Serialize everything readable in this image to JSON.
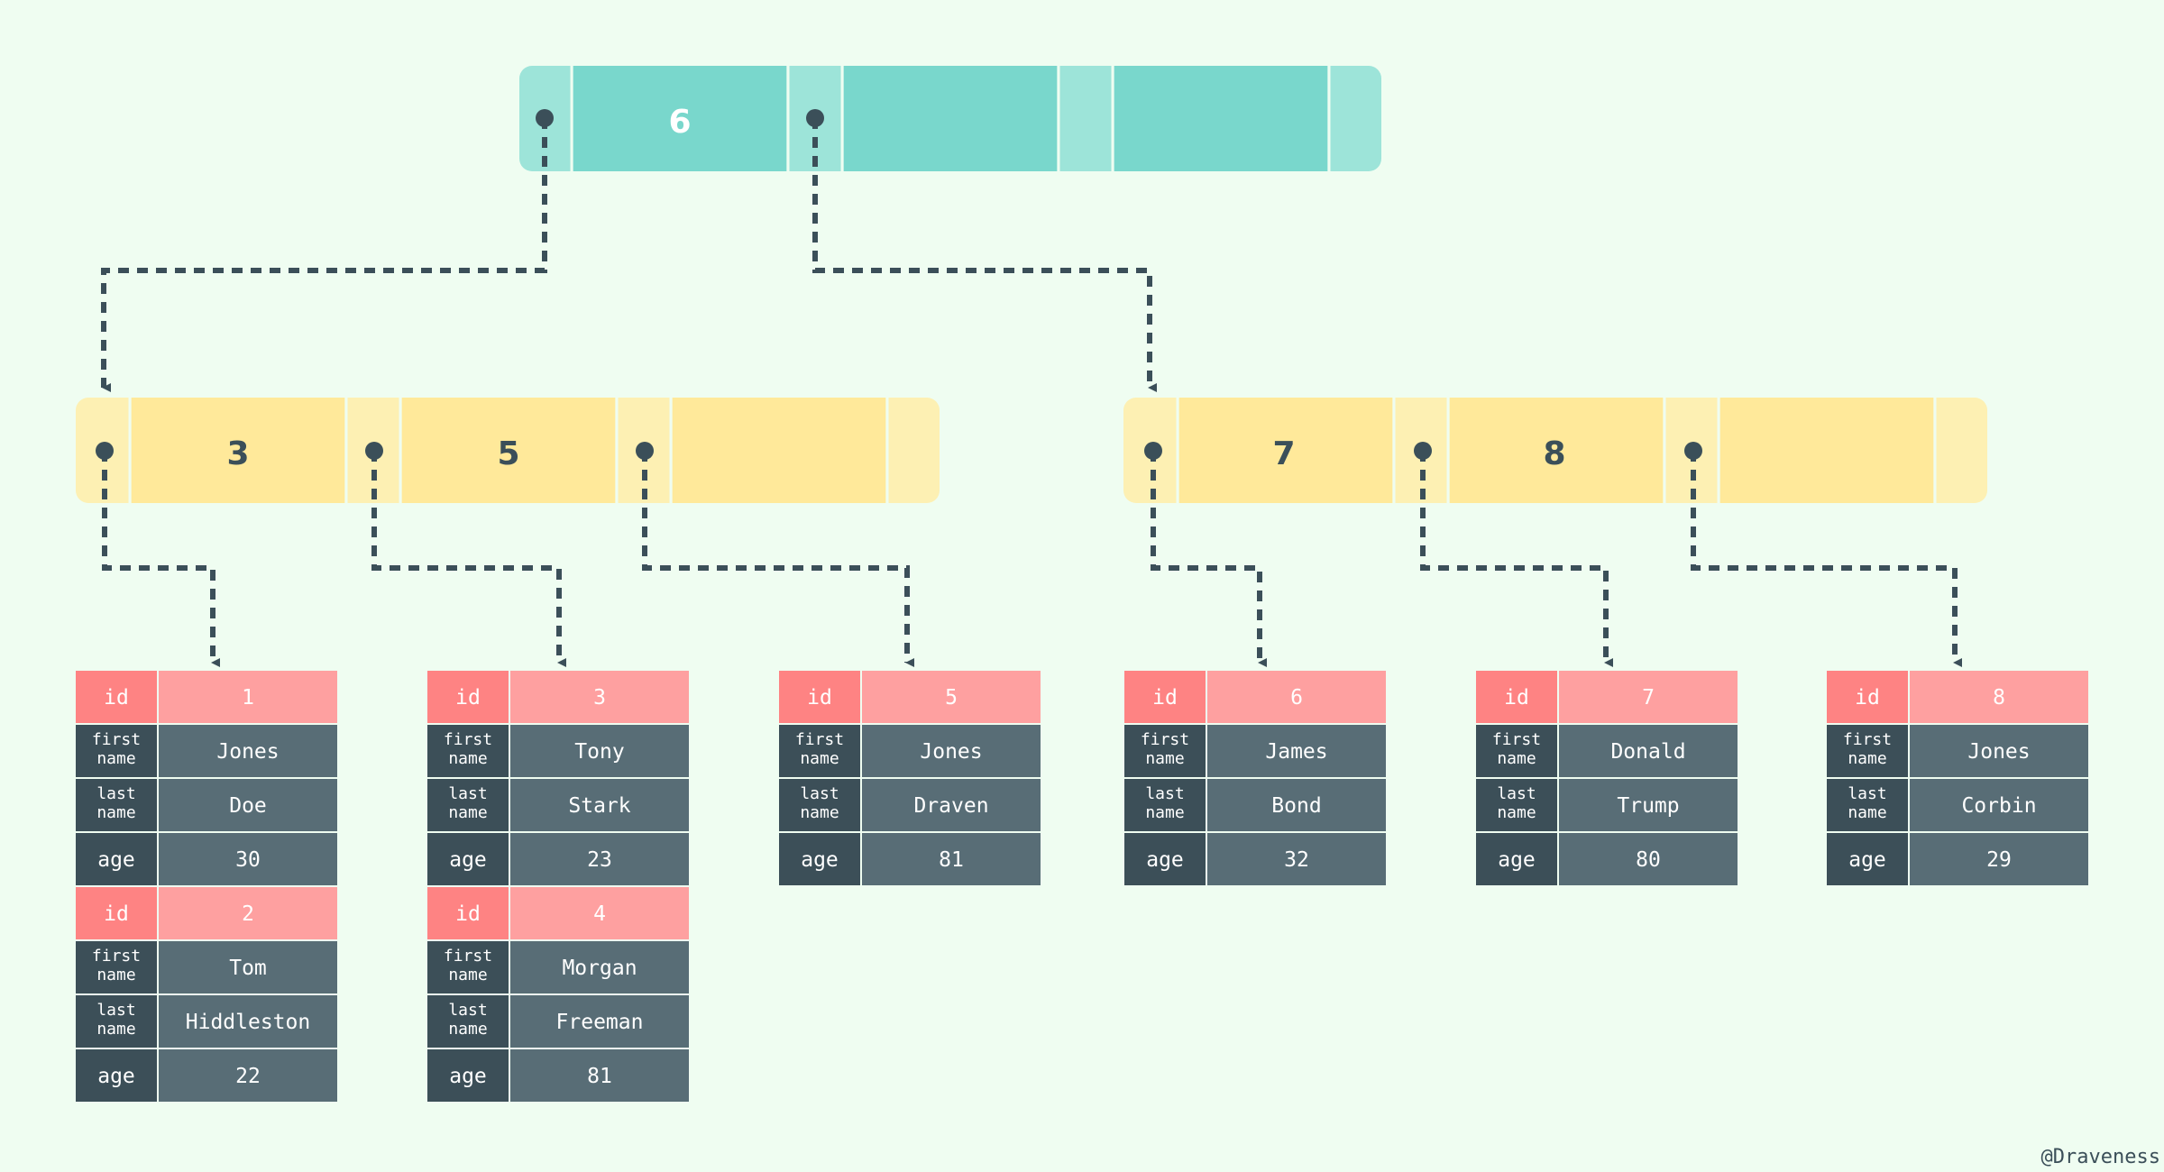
{
  "root": {
    "keys": [
      "6",
      "",
      ""
    ]
  },
  "internal_nodes": [
    {
      "keys": [
        "3",
        "5",
        ""
      ]
    },
    {
      "keys": [
        "7",
        "8",
        ""
      ]
    }
  ],
  "field_labels": {
    "id": "id",
    "first_name": [
      "first",
      "name"
    ],
    "last_name": [
      "last",
      "name"
    ],
    "age": "age"
  },
  "leaves": [
    {
      "rows": [
        {
          "id": "1",
          "first_name": "Jones",
          "last_name": "Doe",
          "age": "30"
        },
        {
          "id": "2",
          "first_name": "Tom",
          "last_name": "Hiddleston",
          "age": "22"
        }
      ]
    },
    {
      "rows": [
        {
          "id": "3",
          "first_name": "Tony",
          "last_name": "Stark",
          "age": "23"
        },
        {
          "id": "4",
          "first_name": "Morgan",
          "last_name": "Freeman",
          "age": "81"
        }
      ]
    },
    {
      "rows": [
        {
          "id": "5",
          "first_name": "Jones",
          "last_name": "Draven",
          "age": "81"
        }
      ]
    },
    {
      "rows": [
        {
          "id": "6",
          "first_name": "James",
          "last_name": "Bond",
          "age": "32"
        }
      ]
    },
    {
      "rows": [
        {
          "id": "7",
          "first_name": "Donald",
          "last_name": "Trump",
          "age": "80"
        }
      ]
    },
    {
      "rows": [
        {
          "id": "8",
          "first_name": "Jones",
          "last_name": "Corbin",
          "age": "29"
        }
      ]
    }
  ],
  "credit": "@Draveness",
  "colors": {
    "background": "#effdf1",
    "root_light": "#9de4d9",
    "root_dark": "#79d7cc",
    "node_light": "#fdf0b3",
    "node_dark": "#ffe99a",
    "id_label": "#fe8383",
    "id_value": "#fea0a0",
    "label_dark": "#3c4f58",
    "value_dark": "#586d76",
    "arrow": "#3b4f59"
  }
}
